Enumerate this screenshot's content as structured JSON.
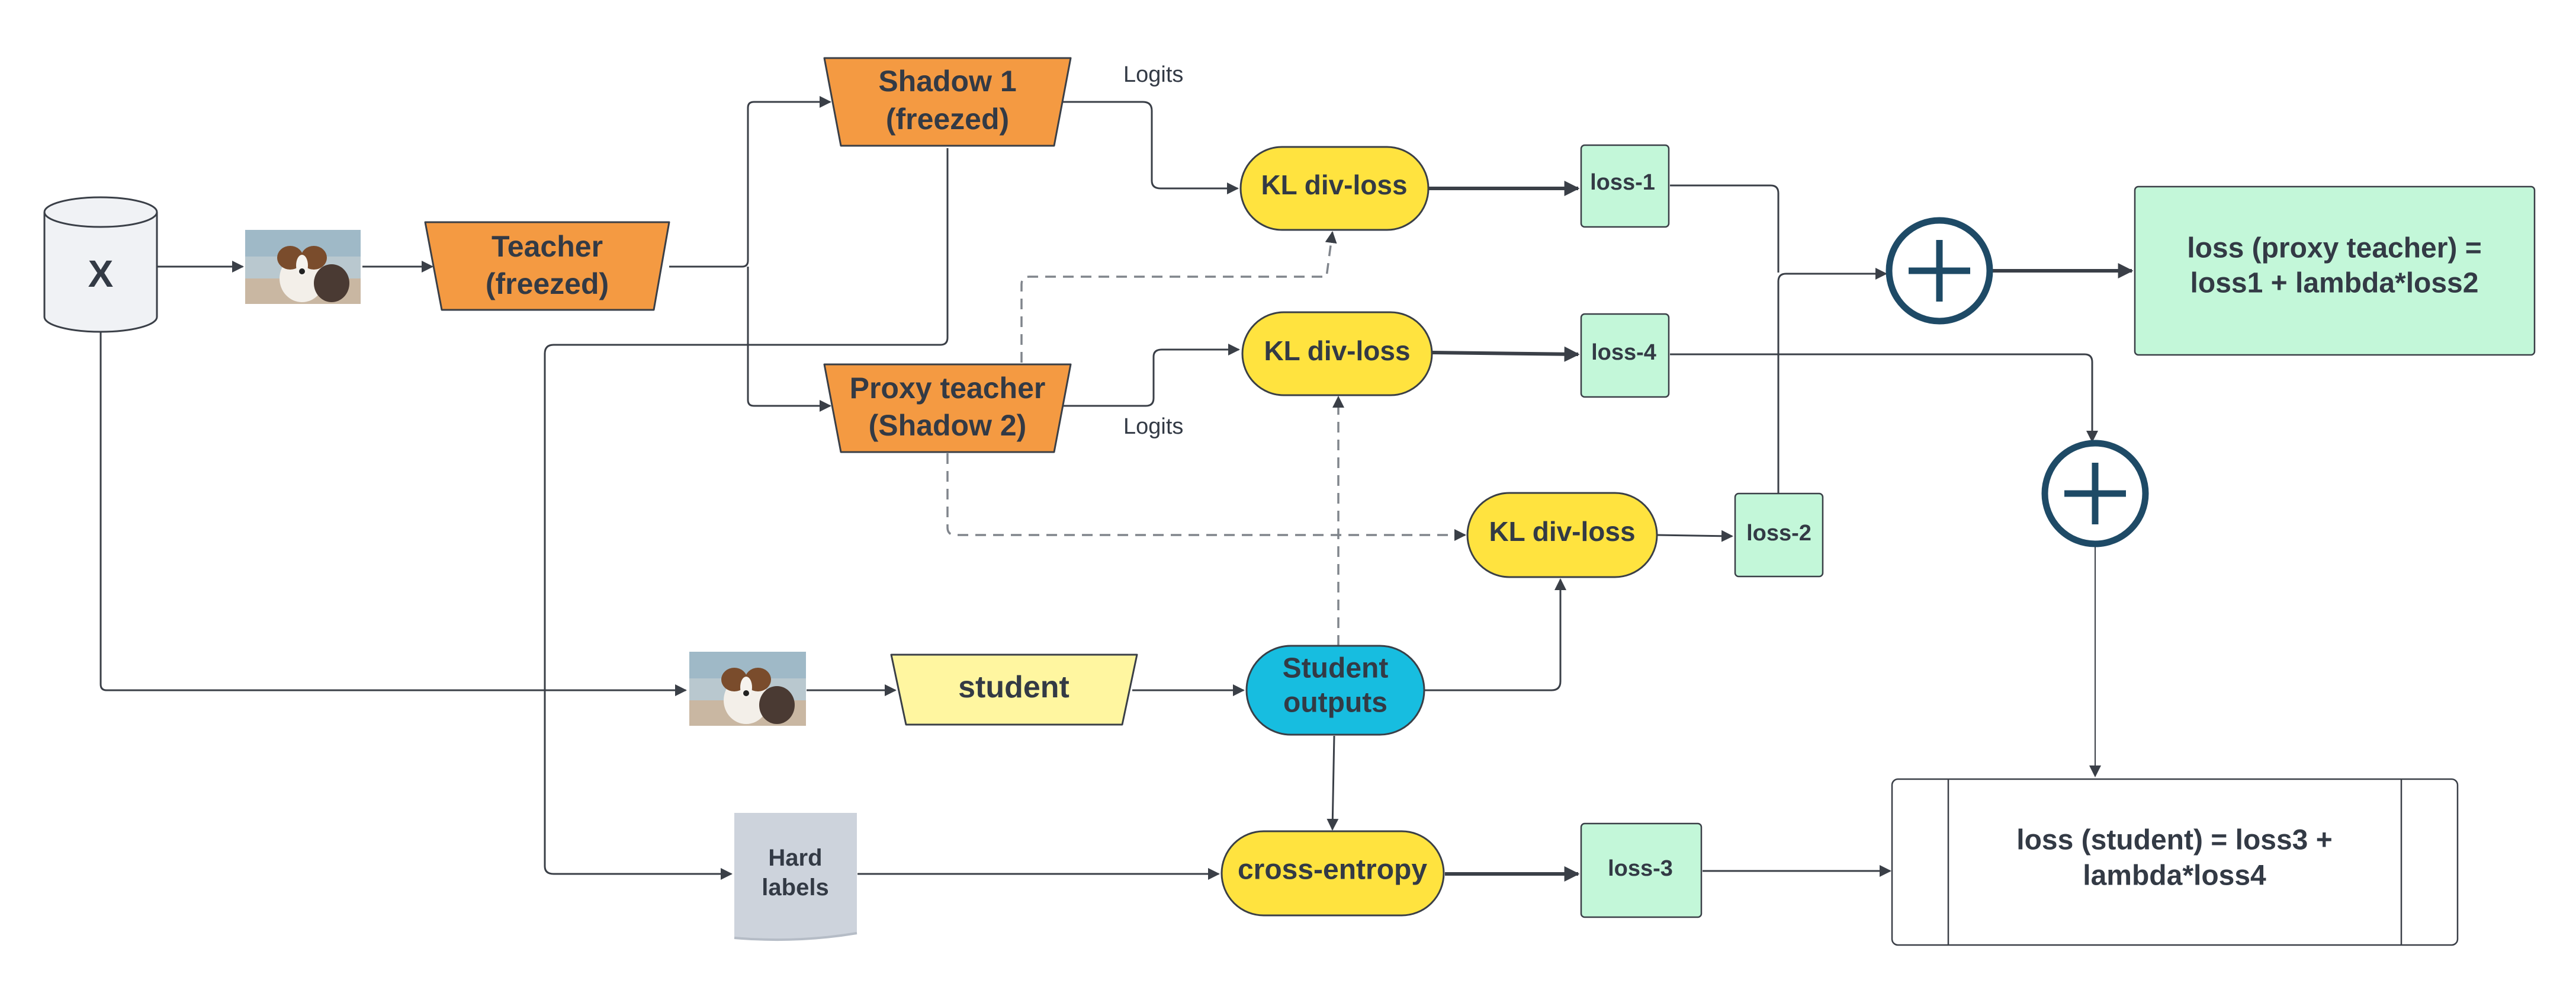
{
  "nodes": {
    "x": "X",
    "teacher": [
      "Teacher",
      "(freezed)"
    ],
    "shadow1": [
      "Shadow 1",
      "(freezed)"
    ],
    "proxy": [
      "Proxy teacher",
      "(Shadow 2)"
    ],
    "student": "student",
    "student_outputs": [
      "Student",
      "outputs"
    ],
    "hard_labels": [
      "Hard",
      "labels"
    ],
    "kl1": "KL div-loss",
    "kl2": "KL div-loss",
    "kl3": "KL div-loss",
    "ce": "cross-entropy",
    "loss1": "loss-1",
    "loss2": "loss-2",
    "loss3": "loss-3",
    "loss4": "loss-4",
    "proxy_total": [
      "loss (proxy teacher)  =",
      "loss1 + lambda*loss2"
    ],
    "student_total": [
      "loss (student)  =  loss3 +",
      "lambda*loss4"
    ]
  },
  "edge_labels": {
    "logits_top": "Logits",
    "logits_bottom": "Logits"
  },
  "colors": {
    "orange": "#f49a42",
    "yellow": "#ffe33f",
    "light_yellow": "#fff6a0",
    "cyan": "#17bde0",
    "mint": "#c3f7d9",
    "grey_note": "#cdd3dc",
    "plus": "#1e4a66",
    "stroke": "#3a3f47"
  },
  "icons": {
    "database": "database-icon",
    "plus": "plus-circle-icon",
    "photo": "dog-photo-icon"
  }
}
